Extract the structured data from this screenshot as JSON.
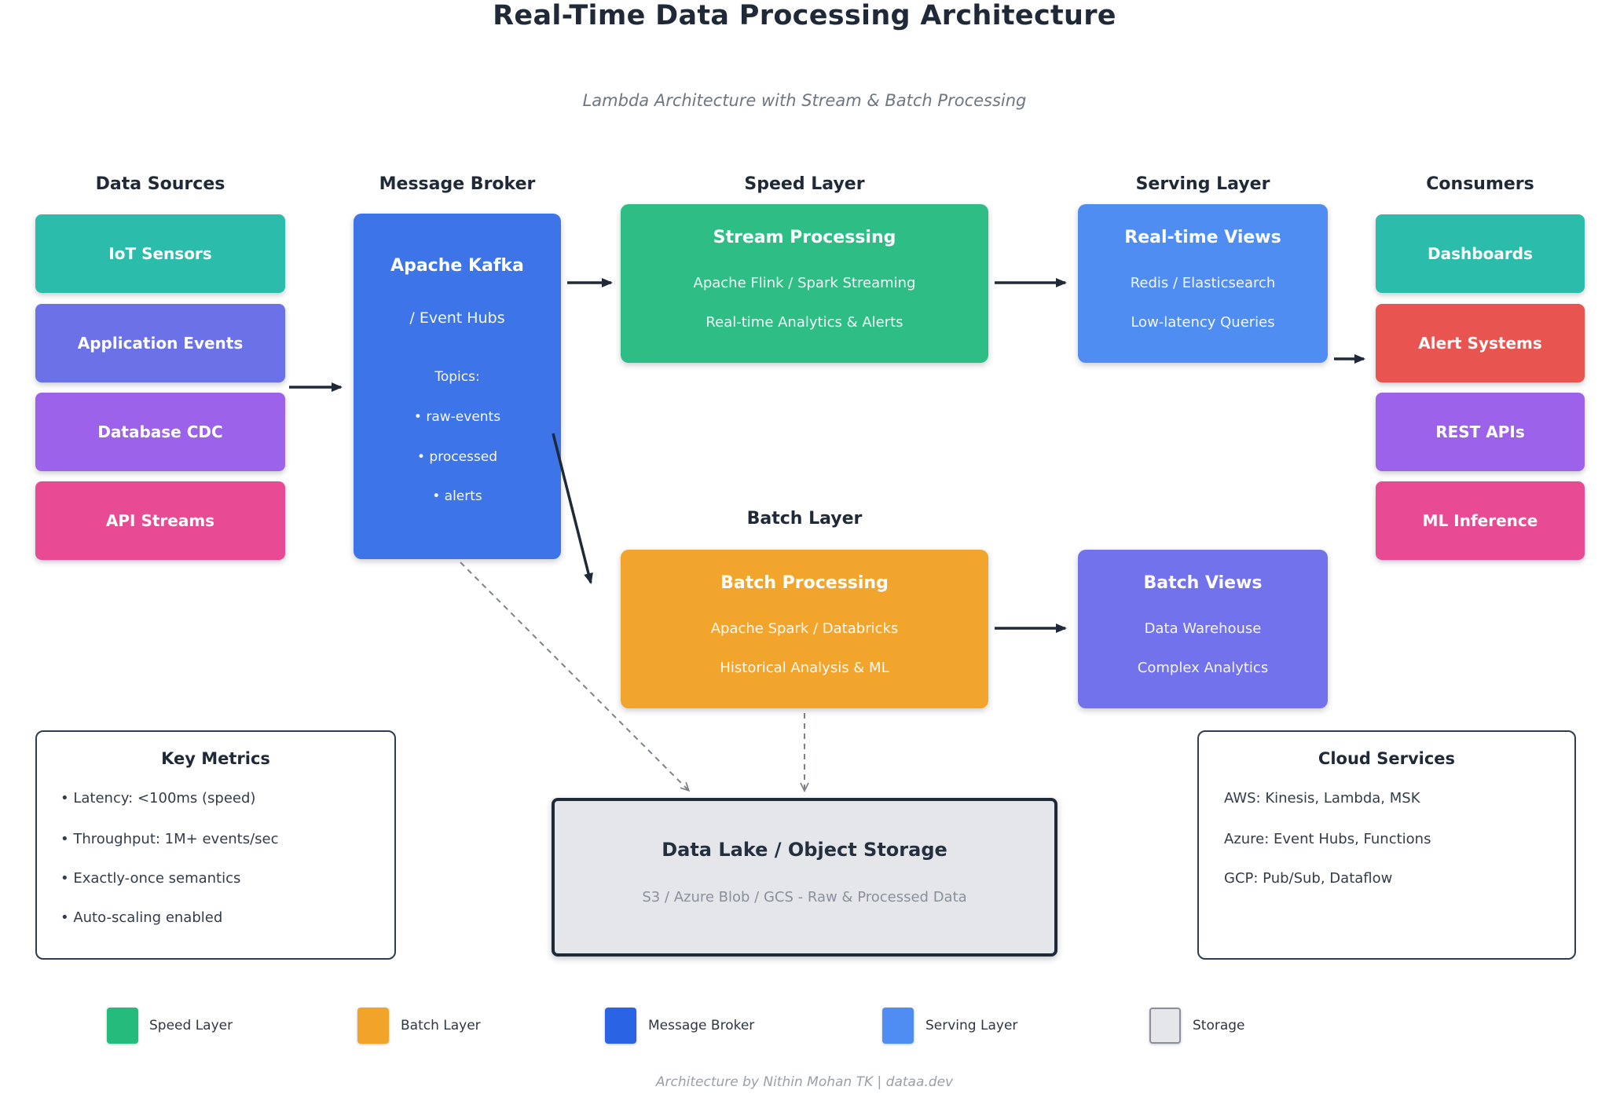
{
  "title": "Real-Time Data Processing Architecture",
  "subtitle": "Lambda Architecture with Stream & Batch Processing",
  "headers": {
    "data_sources": "Data Sources",
    "message_broker": "Message Broker",
    "speed_layer": "Speed Layer",
    "serving_layer": "Serving Layer",
    "consumers": "Consumers",
    "batch_layer": "Batch Layer"
  },
  "data_sources": [
    {
      "label": "IoT Sensors",
      "color": "#2bbcab"
    },
    {
      "label": "Application Events",
      "color": "#6b72e8"
    },
    {
      "label": "Database CDC",
      "color": "#9c63ea"
    },
    {
      "label": "API Streams",
      "color": "#e84b93"
    }
  ],
  "kafka": {
    "title": "Apache Kafka",
    "subtitle": "/ Event Hubs",
    "topics_label": "Topics:",
    "topics": [
      "• raw-events",
      "• processed",
      "• alerts"
    ],
    "color": "#3d74e8"
  },
  "stream": {
    "title": "Stream Processing",
    "line1": "Apache Flink / Spark Streaming",
    "line2": "Real-time Analytics & Alerts",
    "color": "#2dbd85"
  },
  "serving": {
    "title": "Real-time Views",
    "line1": "Redis / Elasticsearch",
    "line2": "Low-latency Queries",
    "color": "#4f8df2"
  },
  "batch": {
    "title": "Batch Processing",
    "line1": "Apache Spark / Databricks",
    "line2": "Historical Analysis & ML",
    "color": "#f2a52c"
  },
  "views": {
    "title": "Batch Views",
    "line1": "Data Warehouse",
    "line2": "Complex Analytics",
    "color": "#7272ec"
  },
  "consumers": [
    {
      "label": "Dashboards",
      "color": "#2bbcab"
    },
    {
      "label": "Alert Systems",
      "color": "#e85550"
    },
    {
      "label": "REST APIs",
      "color": "#9c63ea"
    },
    {
      "label": "ML Inference",
      "color": "#e84b93"
    }
  ],
  "key_metrics": {
    "title": "Key Metrics",
    "bullets": [
      "• Latency: <100ms (speed)",
      "• Throughput: 1M+ events/sec",
      "• Exactly-once semantics",
      "• Auto-scaling enabled"
    ]
  },
  "data_lake": {
    "title": "Data Lake / Object Storage",
    "subtitle": "S3 / Azure Blob / GCS - Raw & Processed Data",
    "color": "#e4e6ea"
  },
  "cloud_services": {
    "title": "Cloud Services",
    "lines": [
      "AWS: Kinesis, Lambda, MSK",
      "Azure: Event Hubs, Functions",
      "GCP: Pub/Sub, Dataflow"
    ]
  },
  "legend": [
    {
      "label": "Speed Layer",
      "color": "#25bb7c"
    },
    {
      "label": "Batch Layer",
      "color": "#f2a42a"
    },
    {
      "label": "Message Broker",
      "color": "#2b63e5"
    },
    {
      "label": "Serving Layer",
      "color": "#4f8df2"
    },
    {
      "label": "Storage",
      "color": "#e4e6ea"
    }
  ],
  "footer": "Architecture by Nithin Mohan TK | dataa.dev",
  "colors": {
    "arrow_solid": "#1f2937",
    "arrow_dashed": "#7d828a",
    "title_text": "#1f2937",
    "info_border": "#2c3e50",
    "lake_border": "#1f2a38"
  }
}
